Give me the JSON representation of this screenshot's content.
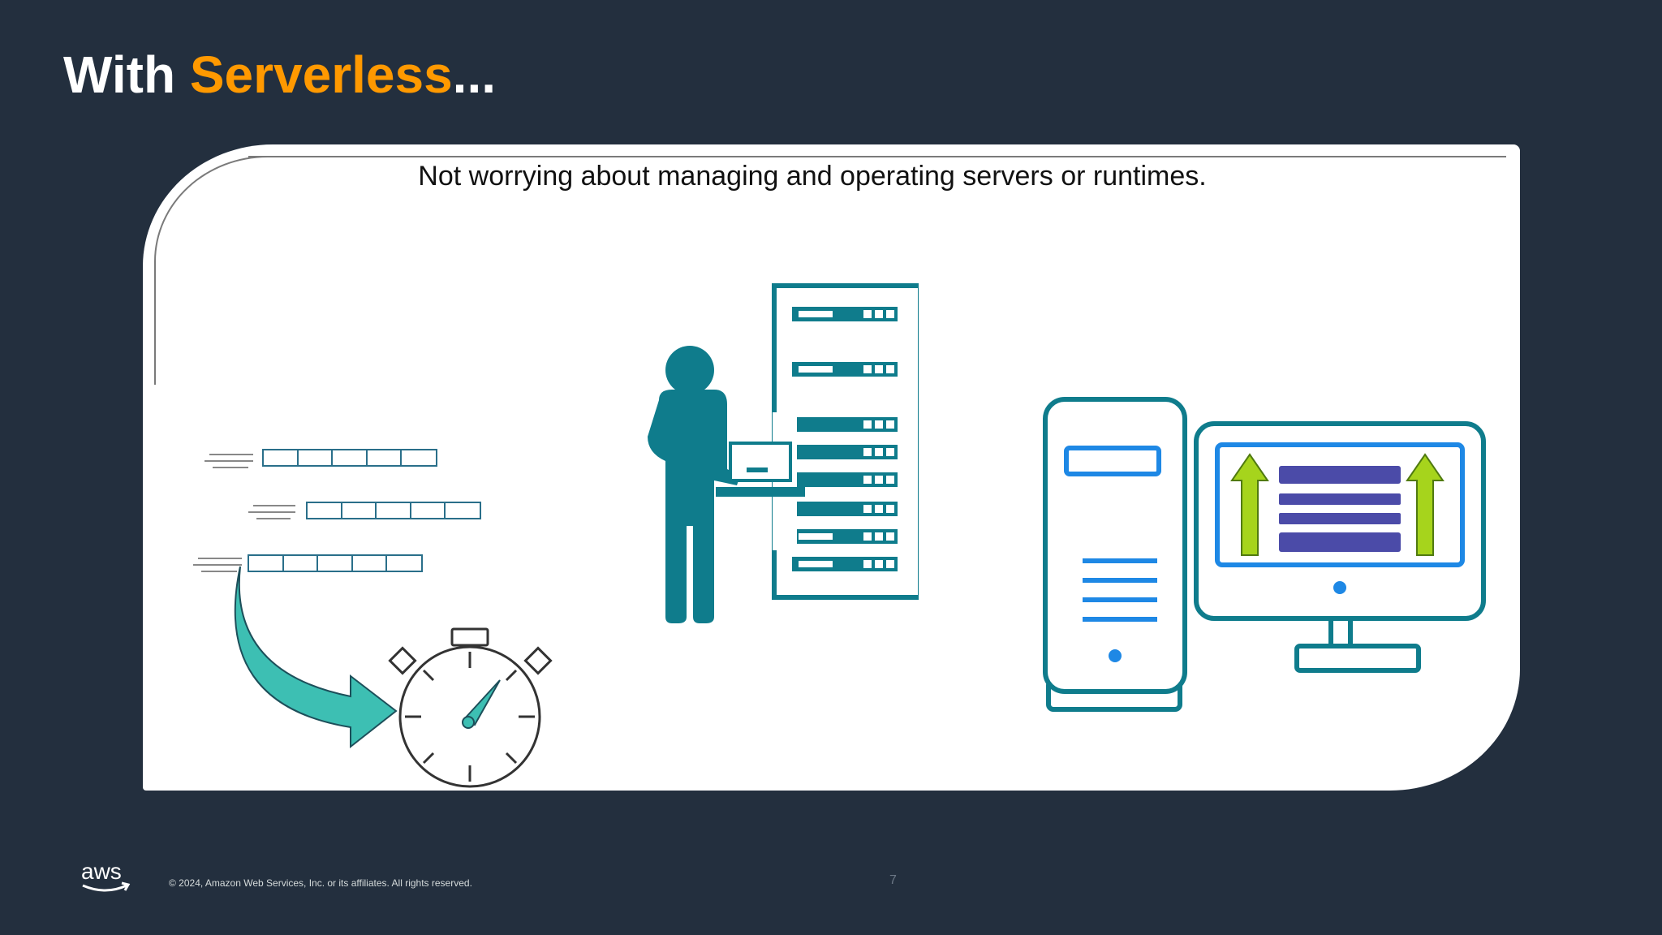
{
  "slide": {
    "title_prefix": "With ",
    "title_accent": "Serverless",
    "title_suffix": "...",
    "subtitle": "Not worrying about managing and operating servers or runtimes.",
    "page_number": "7"
  },
  "footer": {
    "logo_text": "aws",
    "copyright": "© 2024, Amazon Web Services, Inc. or its affiliates. All rights reserved."
  },
  "colors": {
    "background": "#232f3e",
    "accent": "#ff9900",
    "teal": "#0f7c8c",
    "blue": "#1e88e5",
    "purple": "#4b4ba8",
    "green": "#a6d41c"
  }
}
